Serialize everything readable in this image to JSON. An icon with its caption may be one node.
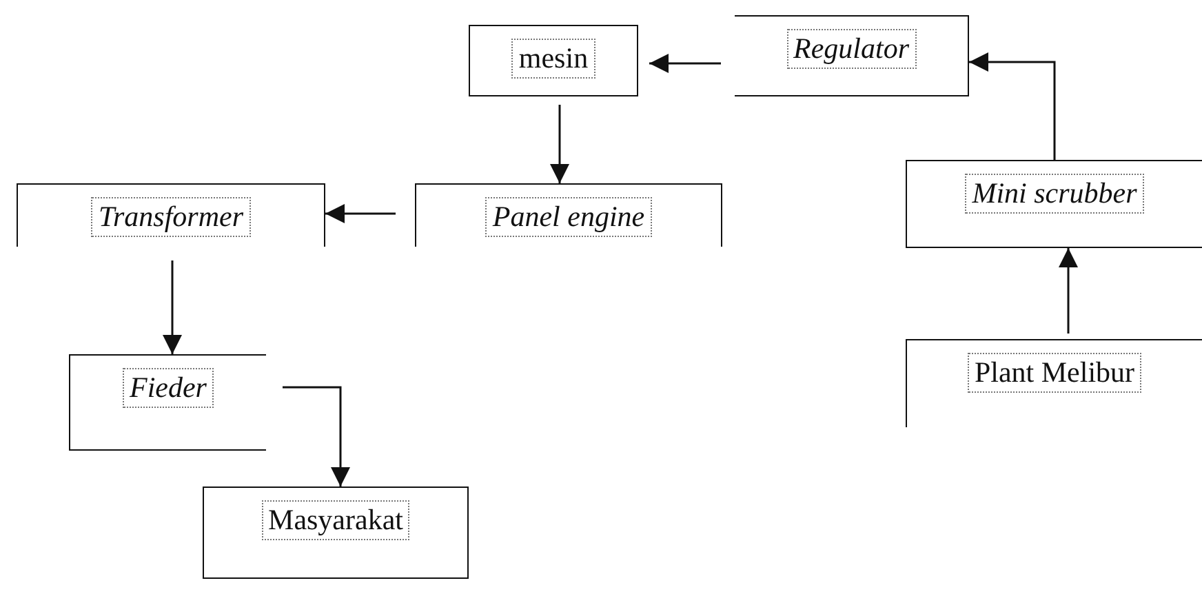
{
  "diagram": {
    "nodes": [
      {
        "text": [
          "mesin"
        ]
      },
      {
        "text": [
          "Regulator"
        ]
      },
      {
        "text": [
          "Transformer"
        ]
      },
      {
        "text": [
          "Panel engine"
        ]
      },
      {
        "text": [
          "Mini scrubber"
        ]
      },
      {
        "text": [
          "Fieder"
        ]
      },
      {
        "text": [
          "Plant Melibur"
        ]
      },
      {
        "text": [
          "Masyarakat"
        ]
      }
    ],
    "edges": [
      {
        "from": 1,
        "to": 0,
        "arrow": "to"
      },
      {
        "from": 0,
        "to": 3,
        "arrow": "to"
      },
      {
        "from": 3,
        "to": 2,
        "arrow": "to"
      },
      {
        "from": 2,
        "to": 5,
        "arrow": "to"
      },
      {
        "from": 5,
        "to": 7,
        "arrow": "to"
      },
      {
        "from": 6,
        "to": 4,
        "arrow": "to"
      },
      {
        "from": 4,
        "to": 1,
        "arrow": "to"
      }
    ]
  }
}
